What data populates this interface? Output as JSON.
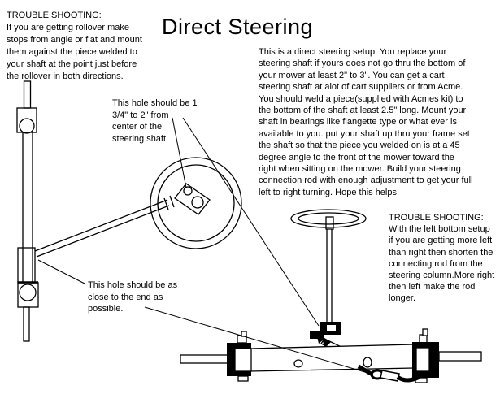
{
  "colors": {
    "ink": "#000000",
    "paper": "#ffffff"
  },
  "title": "Direct Steering",
  "notes": {
    "top_left_troubleshooting": "TROUBLE SHOOTING:\nIf you are getting rollover make\nstops from angle or flat and mount\nthem against the piece welded to\nyour shaft at the point just before\nthe rollover in both directions.",
    "main_description": "This is a direct steering setup. You replace your\nsteering shaft if yours does not go thru the bottom of\nyour mower at least 2\" to 3\". You can get a cart\nsteering shaft at alot of cart suppliers or from Acme.\nYou should weld a piece(supplied with Acmes kit) to\nthe bottom of the shaft at least 2.5\" long. Mount your\nshaft in bearings like flangette type or what ever is\navailable to you. put your shaft up thru your frame set\nthe shaft so that the piece you welded on is at a 45\ndegree angle to the front of the mower toward the\nright when sitting on the mower. Build your steering\nconnection rod with enough adjustment to get your full\nleft to right turning. Hope this helps.",
    "hole_from_center_callout": "This hole should be 1\n3/4\" to 2\" from\ncenter of the\nsteering shaft",
    "hole_near_end_callout": "This hole should be as\nclose to the end as\npossible.",
    "right_troubleshooting": "TROUBLE SHOOTING:\nWith the left bottom setup\nif you are getting more left\nthan right then shorten the\nconnecting rod from the\nsteering column.More right\nthen left make the rod\nlonger."
  }
}
